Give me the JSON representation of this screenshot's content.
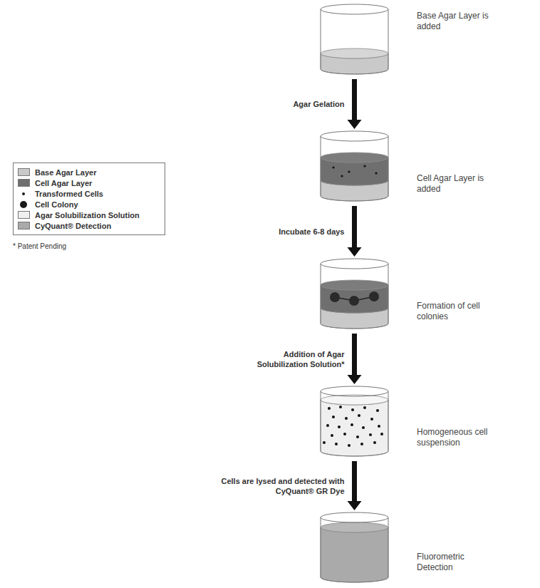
{
  "diagram": {
    "nodes": [
      {
        "text": [
          "Base Agar Layer is added"
        ]
      },
      {
        "text": [
          "Cell Agar Layer is added"
        ]
      },
      {
        "text": [
          "Formation of cell colonies"
        ]
      },
      {
        "text": [
          "Homogeneous cell suspension"
        ]
      },
      {
        "text": [
          "Fluorometric Detection"
        ]
      }
    ],
    "edges": [
      {
        "from": 0,
        "to": 1,
        "label": "Agar Gelation",
        "arrow": "to"
      },
      {
        "from": 1,
        "to": 2,
        "label": "Incubate 6-8 days",
        "arrow": "to"
      },
      {
        "from": 2,
        "to": 3,
        "label": "Addition of Agar Solubilization Solution*",
        "arrow": "to"
      },
      {
        "from": 3,
        "to": 4,
        "label": "Cells are lysed and detected with CyQuant® GR Dye",
        "arrow": "to"
      }
    ],
    "labels": [
      "* Patent Pending"
    ],
    "legend": [
      {
        "text": "Base Agar Layer",
        "color": "#c9c9c9"
      },
      {
        "text": "Cell Agar Layer",
        "color": "#6f6f6f"
      },
      {
        "text": "Transformed Cells"
      },
      {
        "text": "Cell Colony"
      },
      {
        "text": "Agar Solubilization Solution",
        "color": "#efefef"
      },
      {
        "text": "CyQuant® Detection",
        "color": "#aaaaaa"
      }
    ]
  }
}
